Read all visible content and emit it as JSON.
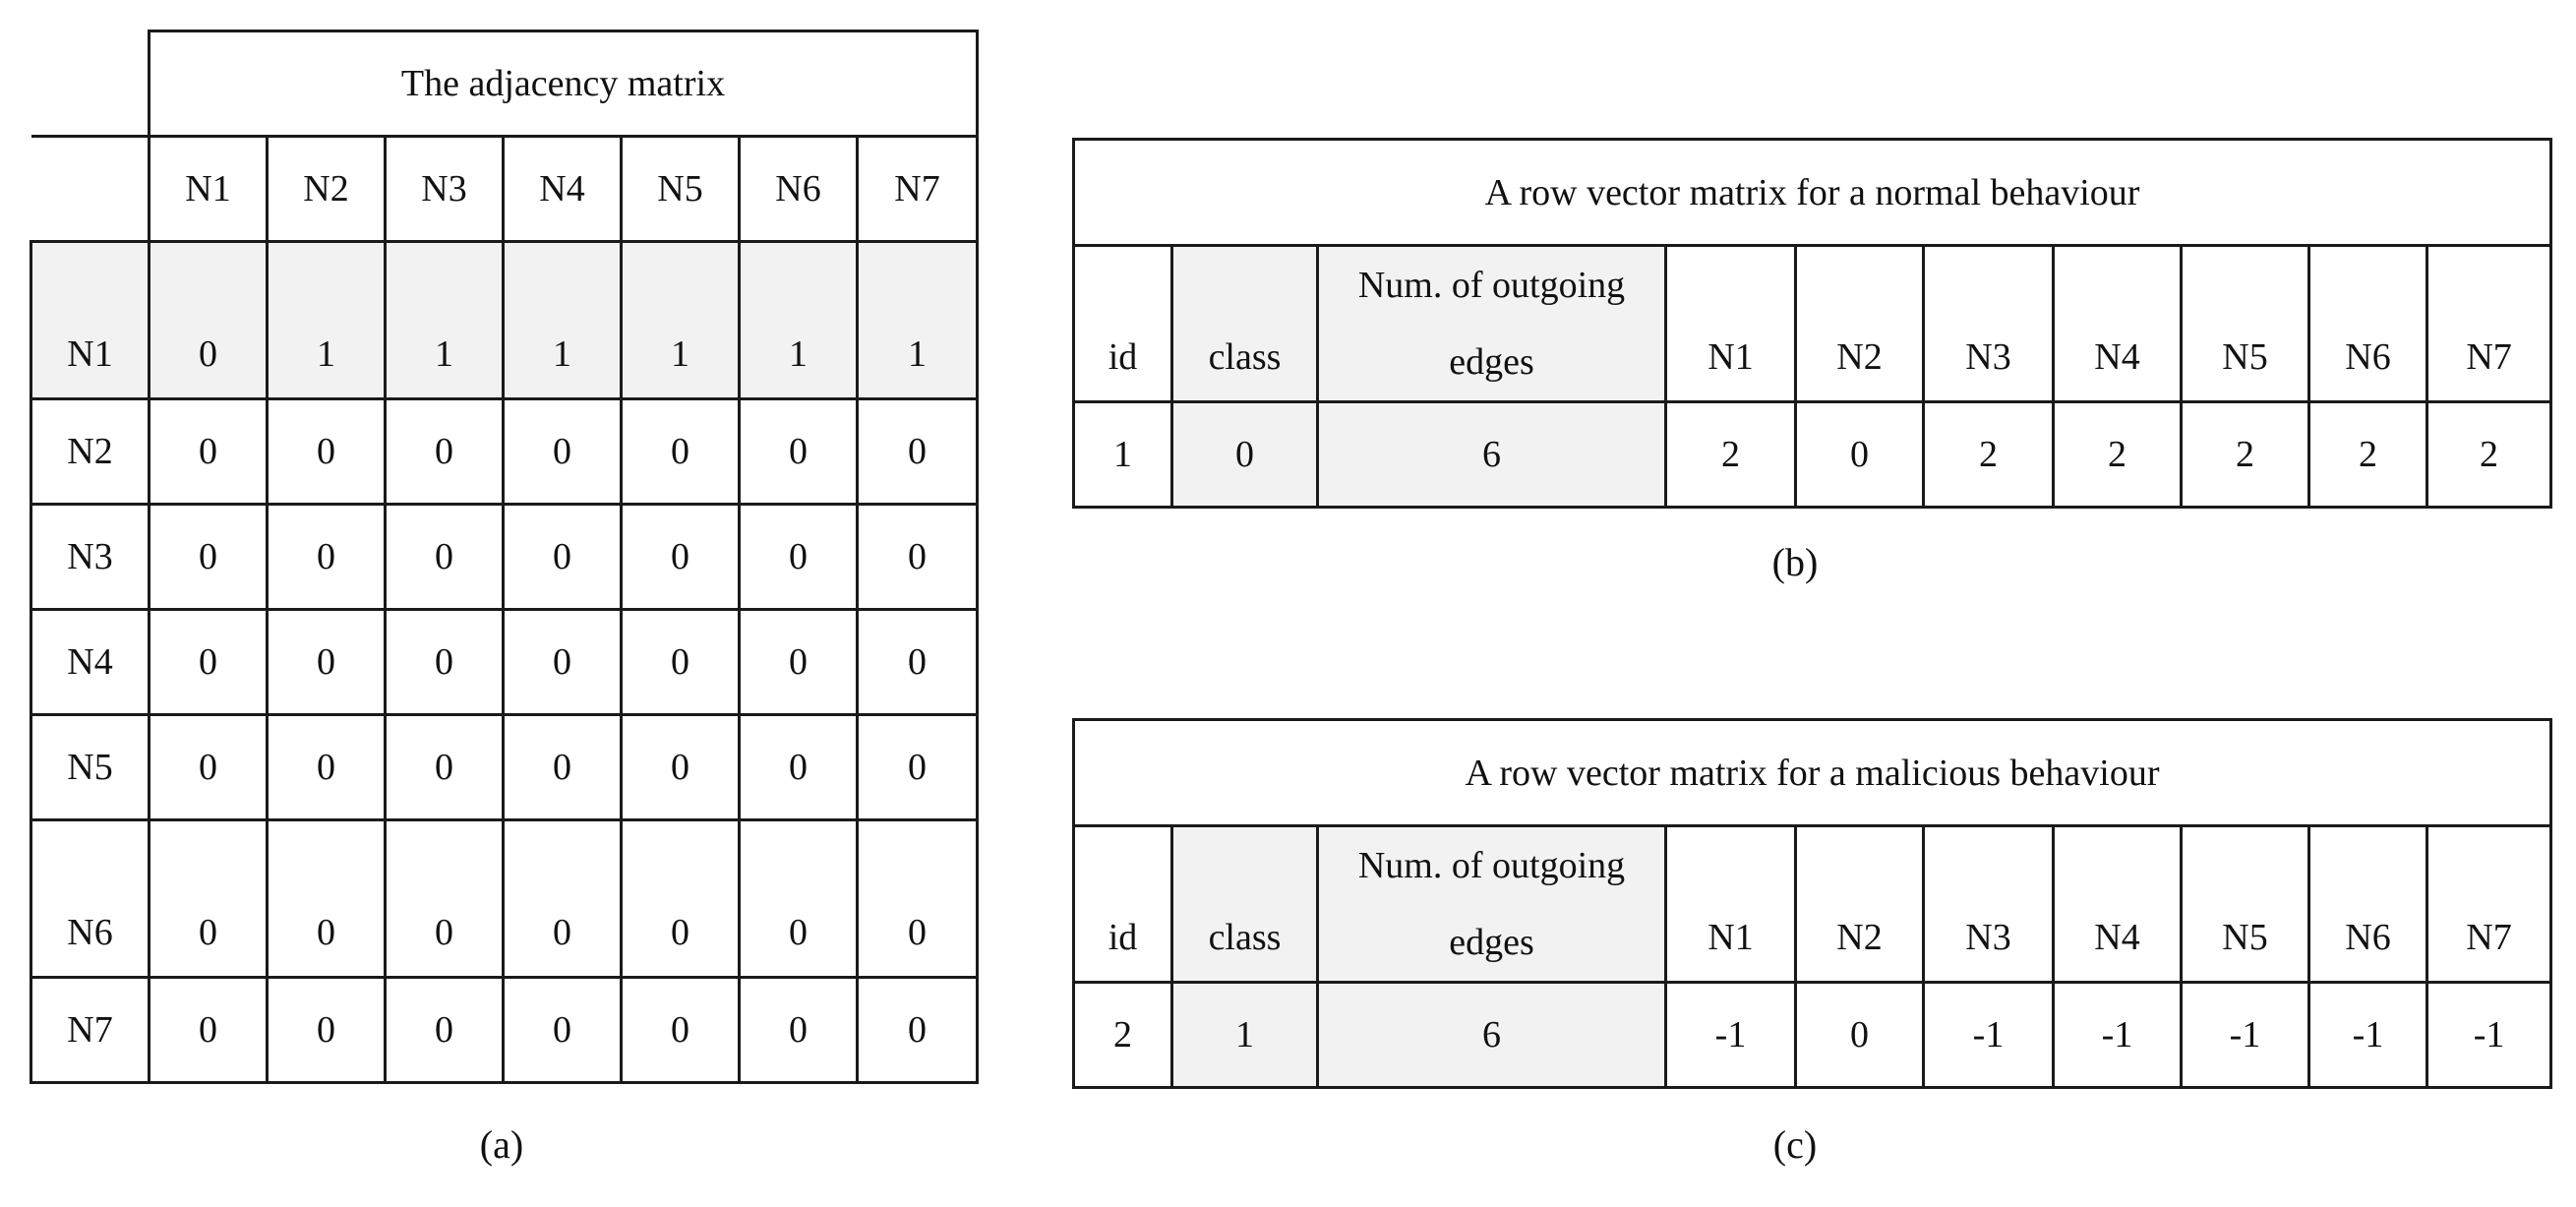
{
  "adjacency": {
    "title": "The adjacency matrix",
    "columns": [
      "N1",
      "N2",
      "N3",
      "N4",
      "N5",
      "N6",
      "N7"
    ],
    "rows": [
      {
        "label": "N1",
        "values": [
          "0",
          "1",
          "1",
          "1",
          "1",
          "1",
          "1"
        ]
      },
      {
        "label": "N2",
        "values": [
          "0",
          "0",
          "0",
          "0",
          "0",
          "0",
          "0"
        ]
      },
      {
        "label": "N3",
        "values": [
          "0",
          "0",
          "0",
          "0",
          "0",
          "0",
          "0"
        ]
      },
      {
        "label": "N4",
        "values": [
          "0",
          "0",
          "0",
          "0",
          "0",
          "0",
          "0"
        ]
      },
      {
        "label": "N5",
        "values": [
          "0",
          "0",
          "0",
          "0",
          "0",
          "0",
          "0"
        ]
      },
      {
        "label": "N6",
        "values": [
          "0",
          "0",
          "0",
          "0",
          "0",
          "0",
          "0"
        ]
      },
      {
        "label": "N7",
        "values": [
          "0",
          "0",
          "0",
          "0",
          "0",
          "0",
          "0"
        ]
      }
    ],
    "caption": "(a)"
  },
  "normal": {
    "title": "A row vector matrix for a normal behaviour",
    "headers": [
      "id",
      "class",
      "Num. of outgoing edges",
      "N1",
      "N2",
      "N3",
      "N4",
      "N5",
      "N6",
      "N7"
    ],
    "values": [
      "1",
      "0",
      "6",
      "2",
      "0",
      "2",
      "2",
      "2",
      "2",
      "2"
    ],
    "caption": "(b)"
  },
  "malicious": {
    "title": "A row vector matrix for a malicious behaviour",
    "headers": [
      "id",
      "class",
      "Num. of outgoing edges",
      "N1",
      "N2",
      "N3",
      "N4",
      "N5",
      "N6",
      "N7"
    ],
    "values": [
      "2",
      "1",
      "6",
      "-1",
      "0",
      "-1",
      "-1",
      "-1",
      "-1",
      "-1"
    ],
    "caption": "(c)"
  }
}
